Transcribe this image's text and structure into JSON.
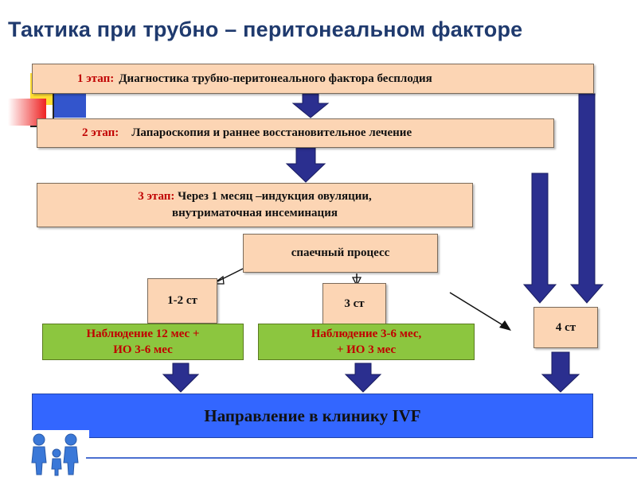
{
  "title": "Тактика при трубно – перитонеальном факторе",
  "stage1": {
    "label": "1 этап:",
    "text": "Диагностика трубно-перитонеального фактора бесплодия"
  },
  "stage2": {
    "label": "2 этап:",
    "text": "Лапароскопия и раннее восстановительное лечение"
  },
  "stage3": {
    "label": "3 этап:",
    "line1": "Через 1 месяц –индукция овуляции,",
    "line2": "внутриматочная инсеминация"
  },
  "adhesion": "спаечный процесс",
  "grade12": "1-2 ст",
  "grade3": "3 ст",
  "grade4": "4 ст",
  "obs1": {
    "line1": "Наблюдение 12 мес +",
    "line2": "ИО 3-6 мес"
  },
  "obs2": {
    "line1": "Наблюдение 3-6 мес,",
    "line2": "+ ИО 3 мес"
  },
  "ivf": "Направление в клинику IVF",
  "colors": {
    "stage_box": "#fcd5b4",
    "green_box": "#8cc63f",
    "red_text": "#c00000",
    "arrow": "#2b2f8f",
    "ivf_box": "#3366ff",
    "title": "#1f3a6e"
  }
}
